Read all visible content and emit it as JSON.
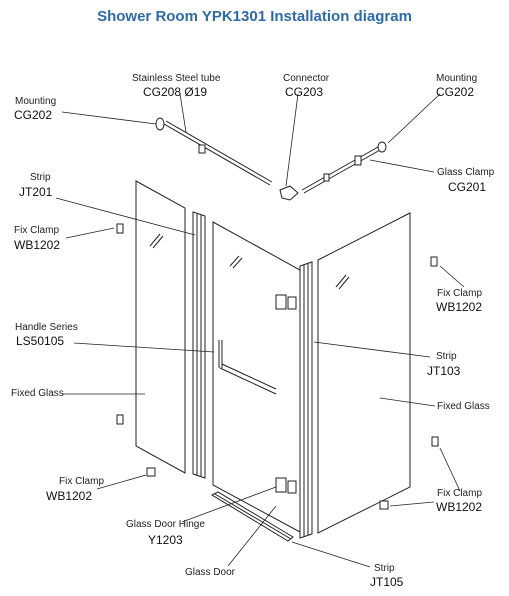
{
  "title": "Shower Room YPK1301 Installation diagram",
  "parts": {
    "mounting_left": {
      "name": "Mounting",
      "code": "CG202"
    },
    "steel_tube": {
      "name": "Stainless Steel tube",
      "code": "CG208 Ø19"
    },
    "connector": {
      "name": "Connector",
      "code": "CG203"
    },
    "mounting_right": {
      "name": "Mounting",
      "code": "CG202"
    },
    "glass_clamp": {
      "name": "Glass Clamp",
      "code": "CG201"
    },
    "strip_jt201": {
      "name": "Strip",
      "code": "JT201"
    },
    "fix_clamp_left_top": {
      "name": "Fix Clamp",
      "code": "WB1202"
    },
    "fix_clamp_right_top": {
      "name": "Fix Clamp",
      "code": "WB1202"
    },
    "handle_series": {
      "name": "Handle Series",
      "code": "LS50105"
    },
    "strip_jt103": {
      "name": "Strip",
      "code": "JT103"
    },
    "fixed_glass_left": {
      "name": "Fixed Glass"
    },
    "fixed_glass_right": {
      "name": "Fixed Glass"
    },
    "fix_clamp_left_bottom": {
      "name": "Fix Clamp",
      "code": "WB1202"
    },
    "fix_clamp_right_bottom": {
      "name": "Fix Clamp",
      "code": "WB1202"
    },
    "door_hinge": {
      "name": "Glass Door Hinge",
      "code": "Y1203"
    },
    "glass_door": {
      "name": "Glass Door"
    },
    "strip_jt105": {
      "name": "Strip",
      "code": "JT105"
    }
  }
}
